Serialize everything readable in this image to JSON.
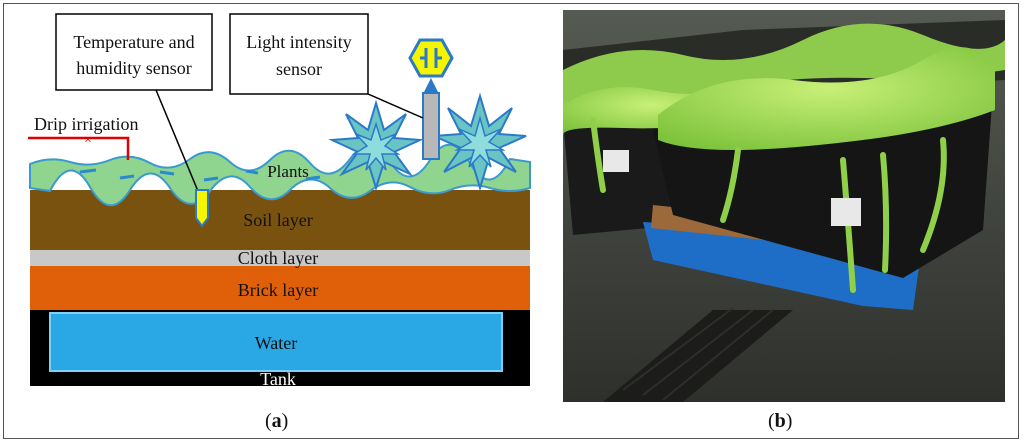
{
  "panel_a": {
    "caption_letter": "a",
    "labels": {
      "temp_sensor_line1": "Temperature and",
      "temp_sensor_line2": "humidity sensor",
      "light_sensor_line1": "Light intensity",
      "light_sensor_line2": "sensor",
      "drip": "Drip irrigation",
      "plants": "Plants",
      "soil": "Soil layer",
      "cloth": "Cloth layer",
      "brick": "Brick layer",
      "water": "Water",
      "tank": "Tank"
    },
    "colors": {
      "plants": "#8fd48f",
      "soil": "#7a5210",
      "cloth": "#c8c8c8",
      "brick": "#e0600a",
      "water": "#2aa8e6",
      "tank": "#000000",
      "drip": "#e00000",
      "sensor_probe": "#f5f500",
      "sensor_pole": "#b8b8b8",
      "sensor_head": "#f5f500",
      "plant_spiky": "#6ac4c4"
    }
  },
  "panel_b": {
    "caption_letter": "b",
    "colors": {
      "background": "#3a3d38",
      "plant": "#9ad64a",
      "tray": "#1a1a1a",
      "pallet": "#1e6ec8",
      "board": "#9c6a3a"
    }
  }
}
